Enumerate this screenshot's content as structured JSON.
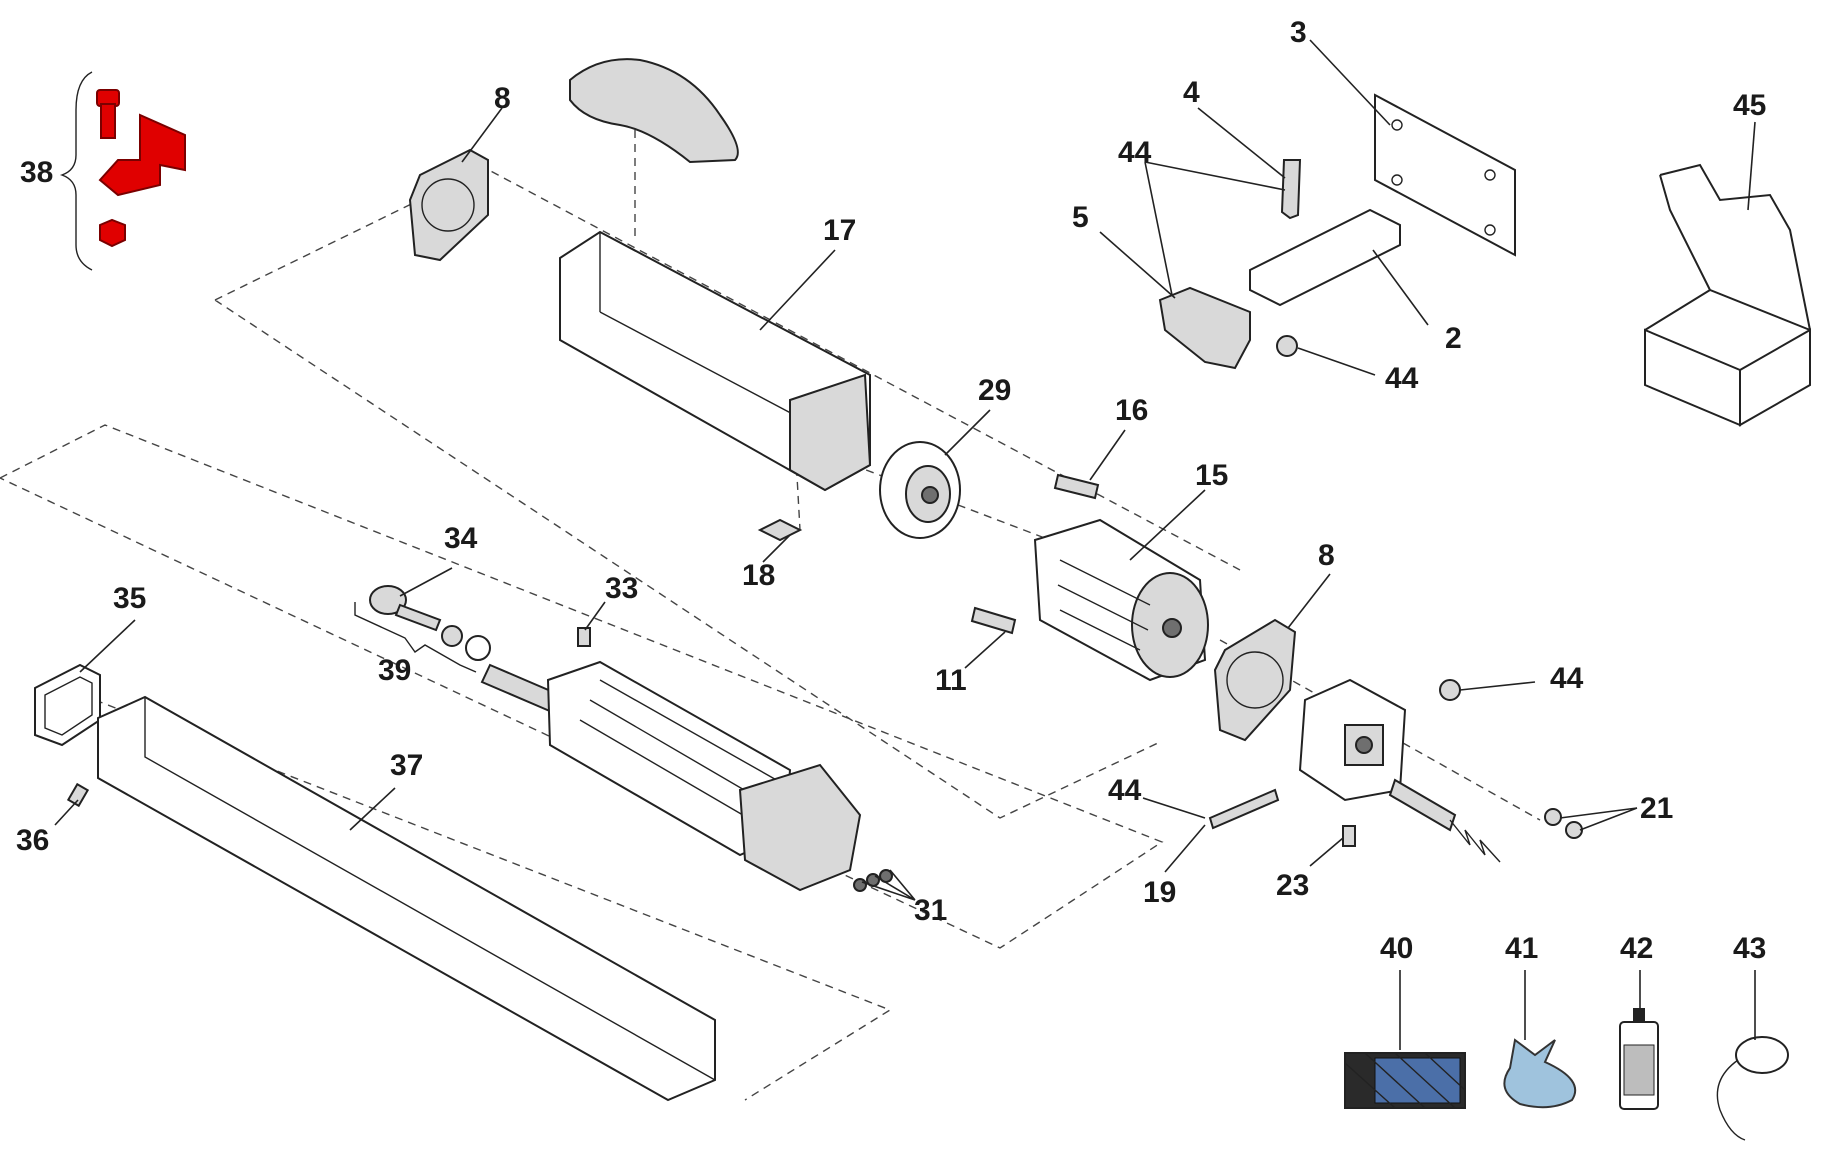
{
  "diagram": {
    "callouts": {
      "c2": "2",
      "c3": "3",
      "c4": "4",
      "c5": "5",
      "c8a": "8",
      "c8b": "8",
      "c11": "11",
      "c15": "15",
      "c16": "16",
      "c17": "17",
      "c18": "18",
      "c19": "19",
      "c21": "21",
      "c23": "23",
      "c29": "29",
      "c31": "31",
      "c33": "33",
      "c34": "34",
      "c35": "35",
      "c36": "36",
      "c37": "37",
      "c38": "38",
      "c39": "39",
      "c40": "40",
      "c41": "41",
      "c42": "42",
      "c43": "43",
      "c44a": "44",
      "c44b": "44",
      "c44c": "44",
      "c44d": "44",
      "c45": "45"
    },
    "highlight_color": "#e00000"
  }
}
